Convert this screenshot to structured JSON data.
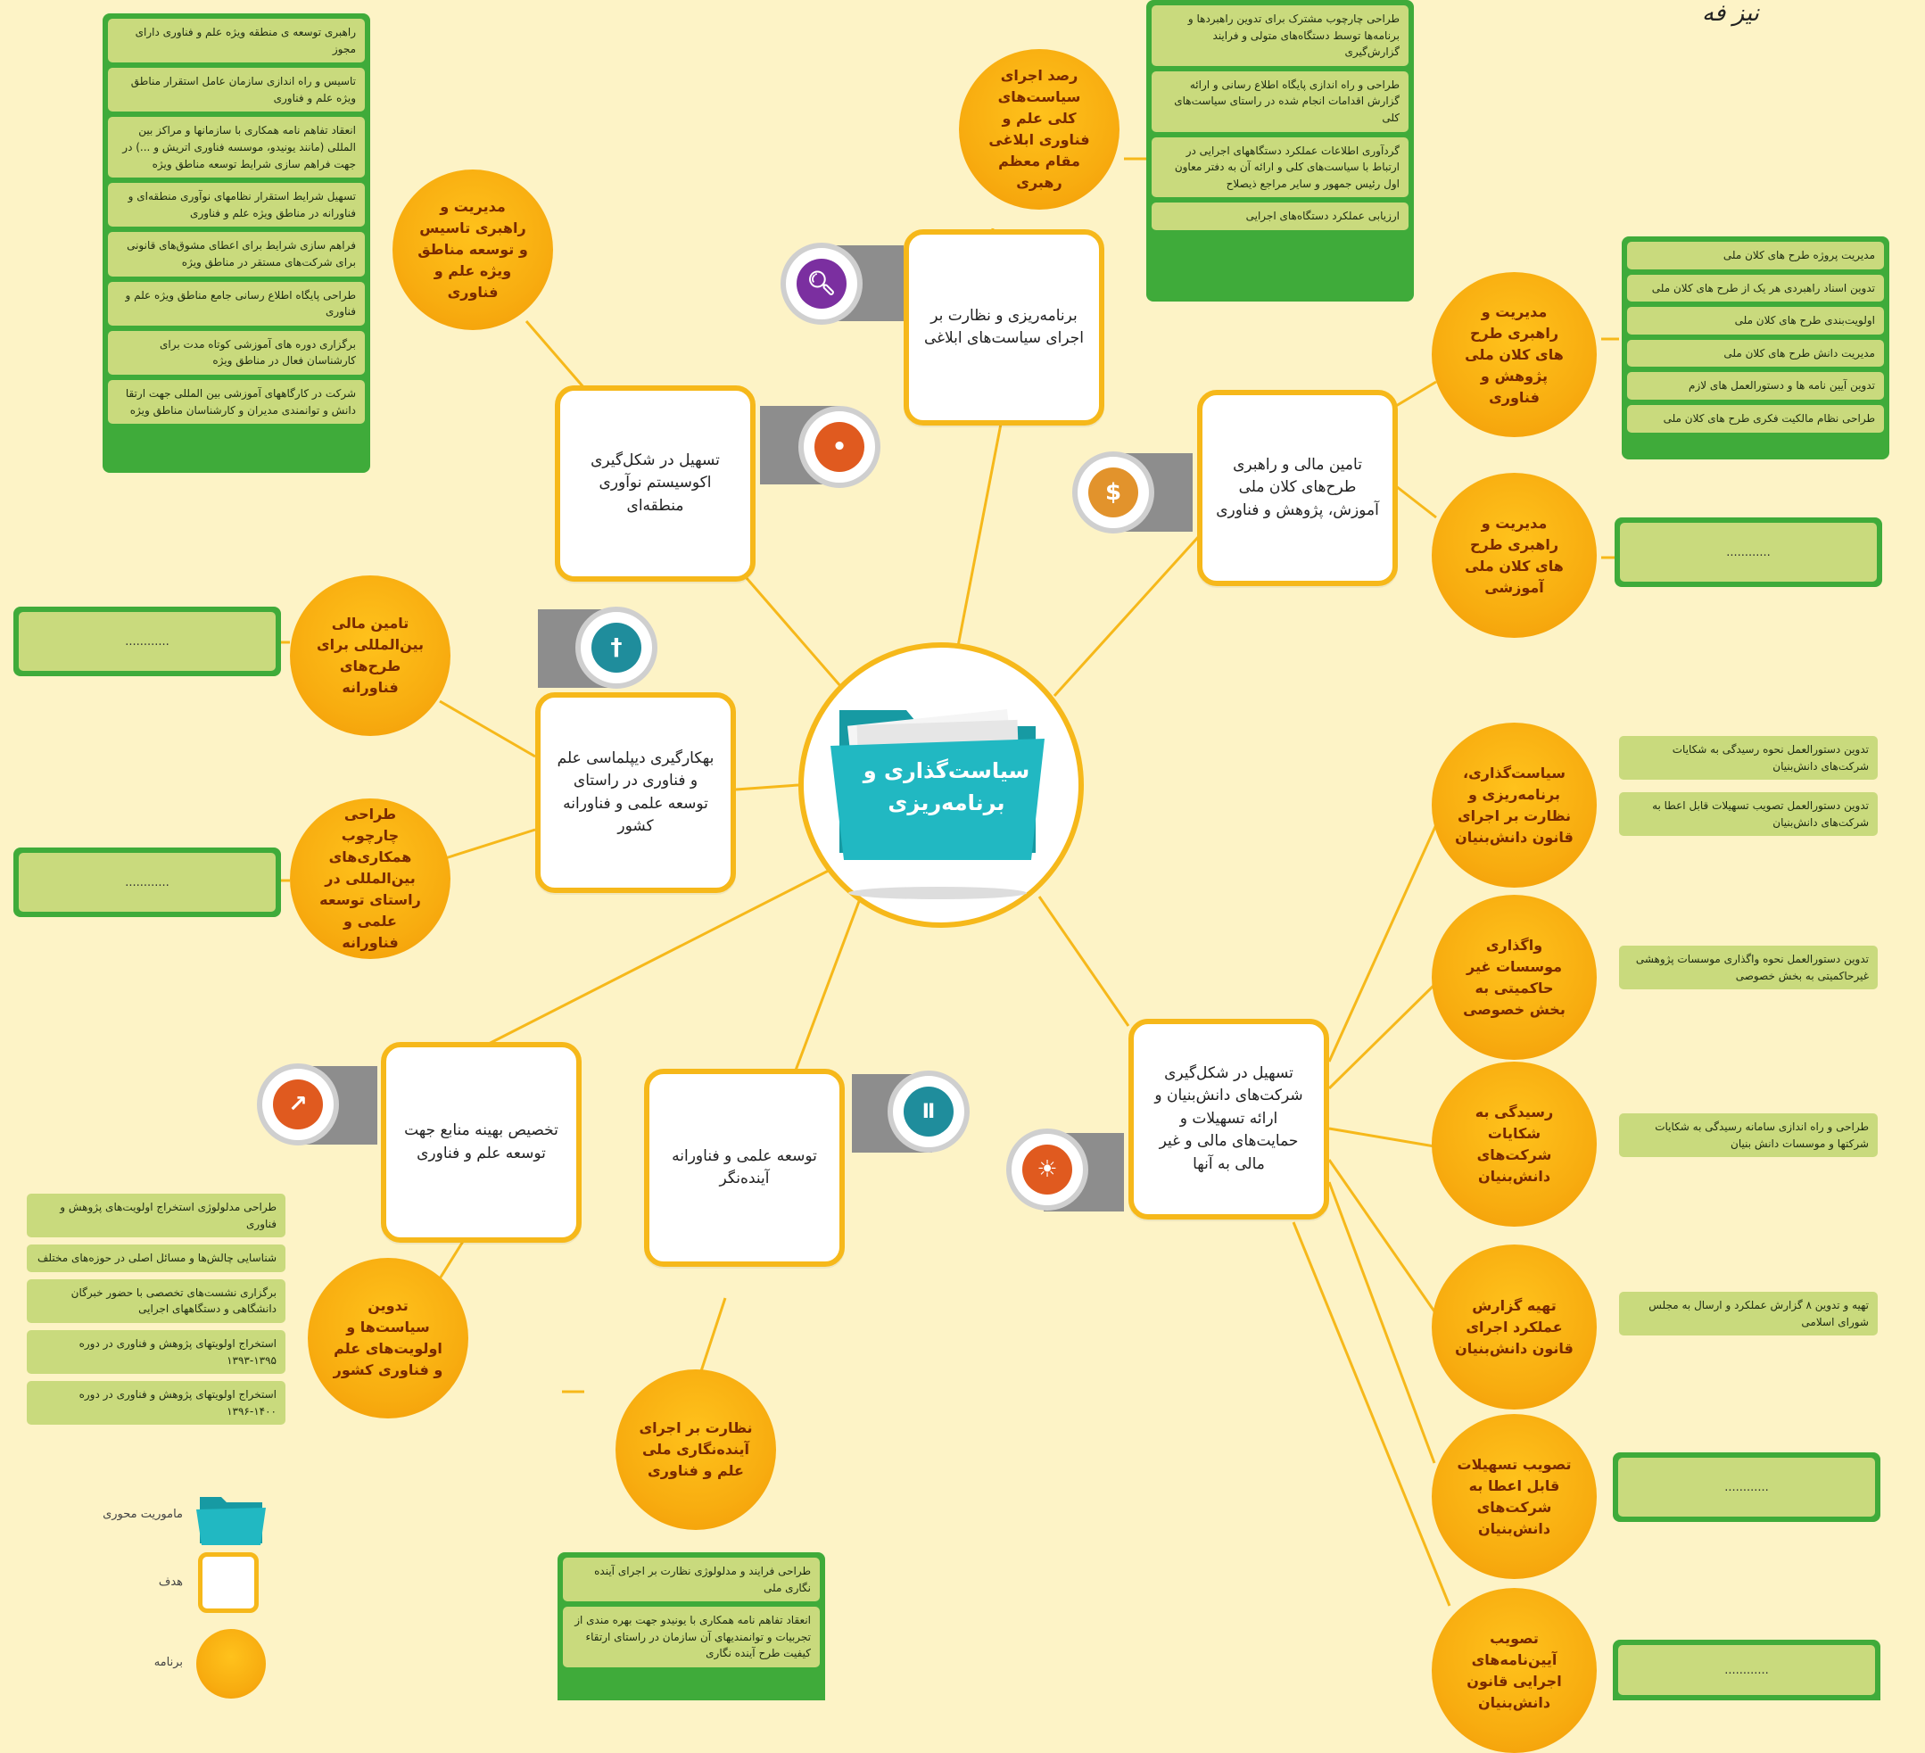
{
  "center": {
    "title": "سیاست‌گذاری و برنامه‌ریزی"
  },
  "top_corner_mark": "نیز فه",
  "objectives": {
    "oversight": "برنامه‌ریزی و نظارت بر اجرای سیاست‌های ابلاغی",
    "ecosystem": "تسهیل در شکل‌گیری اکوسیستم نوآوری منطقه‌ای",
    "finance": "تامین مالی و راهبری طرح‌های کلان ملی آموزش، پژوهش و فناوری",
    "diplomacy": "بهکارگیری دیپلماسی علم و فناوری در راستای توسعه علمی و فناورانه کشور",
    "allocation": "تخصیص بهینه منابع جهت توسعه علم و فناوری",
    "future": "توسعه علمی و فناورانه آینده‌نگر",
    "knowledge": "تسهیل در شکل‌گیری شرکت‌های دانش‌بنیان و ارائه تسهیلات و حمایت‌های مالی و غیر مالی به آنها"
  },
  "programs": {
    "p_monitor": "رصد اجرای سیاست‌های کلی علم و فناوری ابلاغی مقام معظم رهبری",
    "p_zones": "مدیریت و راهبری تاسیس و توسعه مناطق ویژه علم و فناوری",
    "p_nat_research": "مدیریت و راهبری طرح های کلان ملی پژوهش و فناوری",
    "p_nat_edu": "مدیریت و راهبری طرح های کلان ملی آموزشی",
    "p_intl_fin": "تامین مالی بین‌المللی برای طرح‌های فناورانه",
    "p_intl_frame": "طراحی چارچوب همکاری‌های بین‌المللی در راستای توسعه علمی و فناورانه",
    "p_policy": "تدوین سیاست‌ها و اولویت‌های علم و فناوری کشور",
    "p_foresight": "نظارت بر اجرای آینده‌نگاری ملی علم و فناوری",
    "p_kb_policy": "سیاست‌گذاری، برنامه‌ریزی و نظارت بر اجرای قانون دانش‌بنیان",
    "p_kb_transfer": "واگذاری موسسات غیر حاکمیتی به بخش خصوصی",
    "p_kb_complaints": "رسیدگی به شکایات شرکت‌های دانش‌بنیان",
    "p_kb_report": "تهیه گزارش عملکرد اجرای قانون دانش‌بنیان",
    "p_kb_facility": "تصویب تسهیلات قابل اعطا به شرکت‌های دانش‌بنیان",
    "p_kb_bylaws": "تصویب آیین‌نامه‌های اجرایی قانون دانش‌بنیان"
  },
  "panels": {
    "zones": [
      "راهبری توسعه ی منطقه ویژه علم و فناوری دارای مجوز",
      "تاسیس و راه اندازی سازمان عامل استقرار مناطق ویژه علم و فناوری",
      "انعقاد تفاهم نامه همکاری با سازمانها و مراکز بین المللی (مانند یونیدو، موسسه فناوری اتریش و ...) در جهت فراهم سازی شرایط توسعه مناطق ویژه",
      "تسهیل شرایط استقرار نظامهای نوآوری منطقه‌ای و فناورانه در مناطق ویژه علم و فناوری",
      "فراهم سازی شرایط برای اعطای مشوق‌های قانونی برای شرکت‌های مستقر در مناطق ویژه",
      "طراحی پایگاه اطلاع رسانی جامع مناطق ویژه علم و فناوری",
      "برگزاری دوره های آموزشی کوتاه مدت برای کارشناسان فعال در مناطق ویژه",
      "شرکت در کارگاههای آموزشی بین المللی جهت ارتقا دانش و توانمندی مدیران و کارشناسان مناطق ویژه"
    ],
    "monitor": [
      "طراحی چارچوب مشترک برای تدوین راهبردها و برنامه‌ها توسط دستگاه‌های متولی و فرایند گزارش‌گیری",
      "طراحی و راه اندازی پایگاه اطلاع رسانی و ارائه گزارش اقدامات انجام شده در راستای سیاست‌های کلی",
      "گردآوری اطلاعات عملکرد دستگاههای اجرایی در ارتباط با سیاست‌های کلی و ارائه آن به دفتر معاون اول رئیس جمهور و سایر مراجع ذیصلاح",
      "ارزیابی عملکرد دستگاه‌های اجرایی"
    ],
    "nat_research": [
      "مدیریت پروژه طرح های کلان ملی",
      "تدوین اسناد راهبردی هر یک از طرح های کلان ملی",
      "اولویت‌بندی طرح های کلان ملی",
      "مدیریت دانش طرح های کلان ملی",
      "تدوین آیین نامه ها و دستورالعمل های لازم",
      "طراحی نظام مالکیت فکری طرح های کلان ملی"
    ],
    "placeholder": "............",
    "policy": [
      "طراحی مدلولوژی استخراج اولویت‌های پژوهش و فناوری",
      "شناسایی چالش‌ها و مسائل اصلی در حوزه‌های مختلف",
      "برگزاری نشست‌های تخصصی با حضور خبرگان دانشگاهی و دستگاههای اجرایی",
      "استخراج اولویتهای پژوهش و فناوری در دوره ۱۳۹۵-۱۳۹۳",
      "استخراج اولویتهای پژوهش و فناوری در دوره ۱۴۰۰-۱۳۹۶"
    ],
    "foresight": [
      "طراحی فرایند و مدلولوژی نظارت بر اجرای آینده نگاری ملی",
      "انعقاد تفاهم نامه همکاری با یونیدو جهت بهره مندی از تجربیات و توانمندیهای آن سازمان در راستای ارتقاء کیفیت طرح آینده نگاری"
    ],
    "kb_policy": [
      "تدوین دستورالعمل نحوه رسیدگی به شکایات شرکت‌های دانش‌بنیان",
      "تدوین دستورالعمل تصویب تسهیلات قابل اعطا به شرکت‌های دانش‌بنیان"
    ],
    "kb_transfer": [
      "تدوین دستورالعمل نحوه واگذاری موسسات پژوهشی غیرحاکمیتی به بخش خصوصی"
    ],
    "kb_complaints": [
      "طراحی و راه اندازی سامانه رسیدگی به شکایات شرکتها و موسسات دانش بنیان"
    ],
    "kb_report": [
      "تهیه و تدوین ۸ گزارش عملکرد و ارسال به مجلس شورای اسلامی"
    ]
  },
  "legend": {
    "mission": "ماموریت محوری",
    "objective": "هدف",
    "program": "برنامه"
  },
  "colors": {
    "background": "#fdf3c6",
    "gold": "#f6b81a",
    "green_panel": "#3fab3a",
    "green_item": "#c9da7d",
    "teal_folder": "#21b8c2",
    "badge_purple": "#7b2fa0",
    "badge_orange": "#e05a1f",
    "badge_teal": "#1f8d9c"
  },
  "icons": [
    "magnifier-icon",
    "map-pin-icon",
    "coin-icon",
    "dome-tower-icon",
    "cursor-click-icon",
    "bar-chart-icon",
    "lightbulb-icon",
    "folder-icon"
  ]
}
